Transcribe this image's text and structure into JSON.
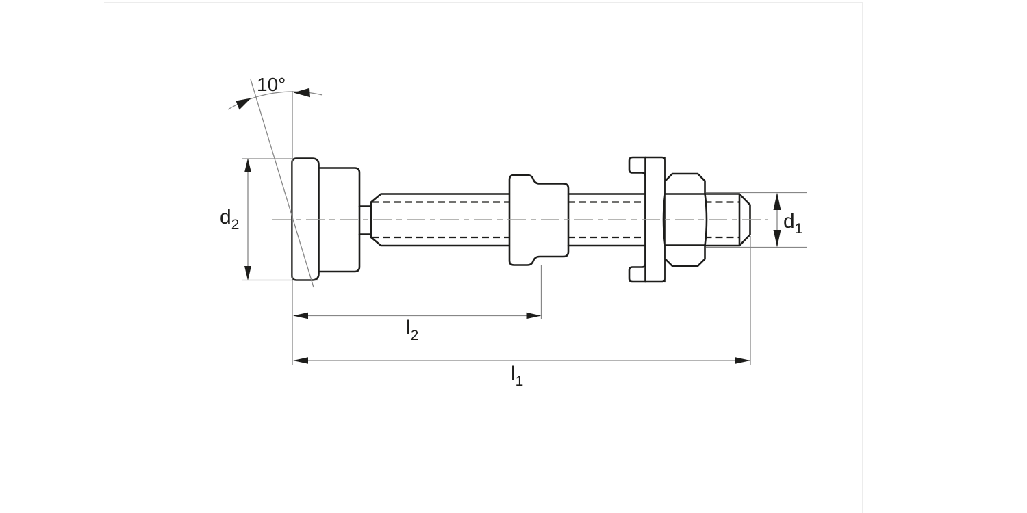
{
  "drawing": {
    "description": "Side-view technical drawing of a threaded swivel-pad screw with clamp bracket and hex nut, with dimension annotations",
    "labels": {
      "angle": "10°",
      "d2": {
        "base": "d",
        "sub": "2"
      },
      "d1": {
        "base": "d",
        "sub": "1"
      },
      "l2": {
        "base": "l",
        "sub": "2"
      },
      "l1": {
        "base": "l",
        "sub": "1"
      }
    }
  },
  "colors": {
    "background": "#ffffff",
    "panel_border": "#ececec",
    "outline": "#1d1d1b",
    "thin": "#878787",
    "centerline": "#9d9d9c",
    "text": "#1d1d1b"
  }
}
